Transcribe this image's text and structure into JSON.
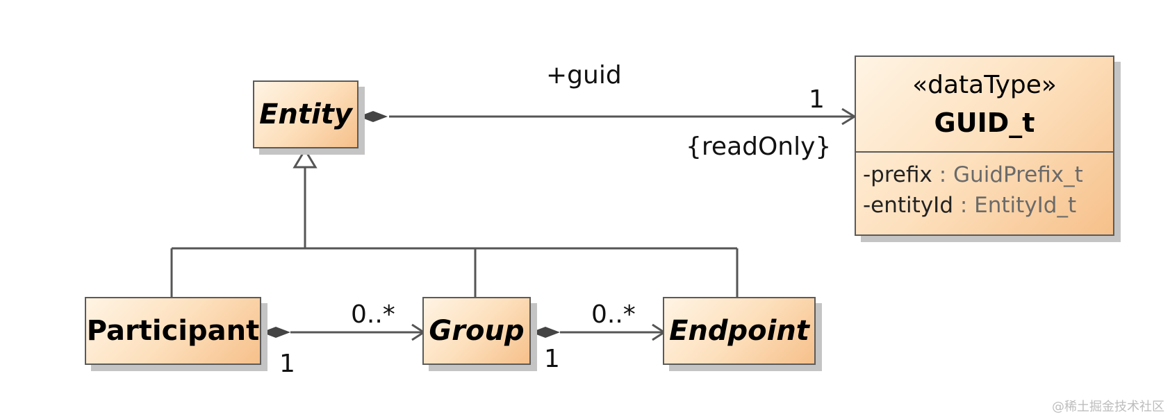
{
  "classes": {
    "entity": {
      "name": "Entity"
    },
    "participant": {
      "name": "Participant"
    },
    "group": {
      "name": "Group"
    },
    "endpoint": {
      "name": "Endpoint"
    },
    "guid_t": {
      "stereotype": "«dataType»",
      "name": "GUID_t",
      "attributes": [
        {
          "name": "-prefix",
          "type": ": GuidPrefix_t"
        },
        {
          "name": "-entityId",
          "type": ": EntityId_t"
        }
      ]
    }
  },
  "associations": {
    "entity_guid": {
      "role": "+guid",
      "multiplicity": "1",
      "constraint": "{readOnly}"
    },
    "participant_group": {
      "source_multiplicity": "1",
      "target_multiplicity": "0..*"
    },
    "group_endpoint": {
      "source_multiplicity": "1",
      "target_multiplicity": "0..*"
    }
  },
  "watermark": "@稀土掘金技术社区",
  "colors": {
    "line": "#555555",
    "box_border": "#5a5a5a",
    "fill_light": "#fff4e4",
    "fill_dark": "#f6c08a",
    "shadow": "#c4c4c4"
  }
}
